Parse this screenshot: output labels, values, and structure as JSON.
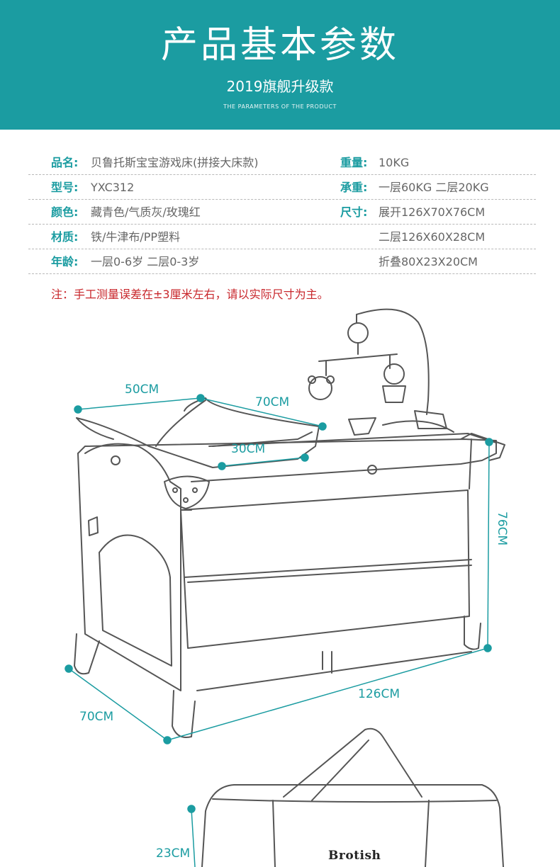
{
  "header": {
    "title": "产品基本参数",
    "subtitle": "2019旗舰升级款",
    "subtitle_en": "THE PARAMETERS OF THE PRODUCT"
  },
  "specs": {
    "rows": [
      {
        "label_left": "品名:",
        "value_left": "贝鲁托斯宝宝游戏床(拼接大床款)",
        "label_right": "重量:",
        "value_right": "10KG"
      },
      {
        "label_left": "型号:",
        "value_left": "YXC312",
        "label_right": "承重:",
        "value_right": "一层60KG 二层20KG"
      },
      {
        "label_left": "颜色:",
        "value_left": "藏青色/气质灰/玫瑰红",
        "label_right": "尺寸:",
        "value_right": "展开126X70X76CM"
      },
      {
        "label_left": "材质:",
        "value_left": "铁/牛津布/PP塑料",
        "label_right": "",
        "value_right": "二层126X60X28CM"
      },
      {
        "label_left": "年龄:",
        "value_left": "一层0-6岁 二层0-3岁",
        "label_right": "",
        "value_right": "折叠80X23X20CM"
      }
    ],
    "note": "注：手工测量误差在±3厘米左右，请以实际尺寸为主。"
  },
  "diagram": {
    "dim_top_width": "50CM",
    "dim_top_length": "70CM",
    "dim_top_inner": "30CM",
    "dim_height": "76CM",
    "dim_bottom_length": "126CM",
    "dim_bottom_width": "70CM",
    "dim_bag_height": "23CM",
    "brand": "Brotish"
  },
  "colors": {
    "accent": "#1b9ca1",
    "note_red": "#c8262b",
    "line": "#555555"
  }
}
